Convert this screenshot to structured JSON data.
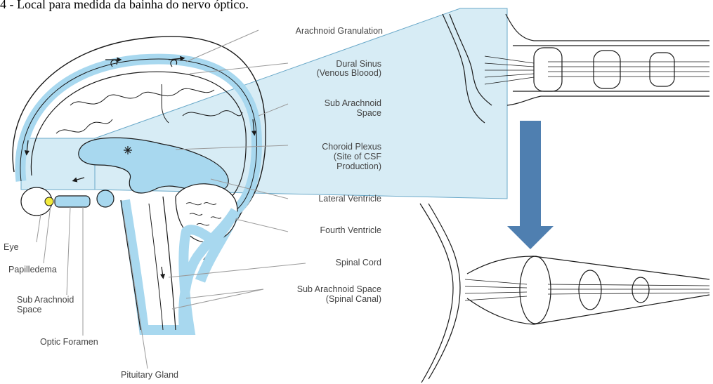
{
  "caption": "4 - Local para medida da bainha do nervo óptico.",
  "labels": {
    "arachnoid_granulation": "Arachnoid Granulation",
    "dural_sinus": "Dural Sinus",
    "dural_sinus_sub": "(Venous Bloood)",
    "sub_arachnoid_space_top": "Sub Arachnoid",
    "sub_arachnoid_space_top_2": "Space",
    "choroid_plexus": "Choroid Plexus",
    "choroid_plexus_2": "(Site of CSF",
    "choroid_plexus_3": "Production)",
    "lateral_ventricle": "Lateral Ventricle",
    "fourth_ventricle": "Fourth Ventricle",
    "spinal_cord": "Spinal Cord",
    "sub_arachnoid_spinal": "Sub Arachnoid Space",
    "sub_arachnoid_spinal_2": "(Spinal Canal)",
    "eye": "Eye",
    "papilledema": "Papilledema",
    "sub_arachnoid_left": "Sub Arachnoid",
    "sub_arachnoid_left_2": "Space",
    "optic_foramen": "Optic Foramen",
    "pituitary_gland": "Pituitary Gland"
  },
  "colors": {
    "csf_blue": "#a8d8ef",
    "zoom_blue": "#c9e6f2",
    "arrow_blue": "#4f7fb0",
    "outline": "#1a1a1a",
    "leader": "#9a9a9a",
    "papilledema_yellow": "#f2ea3c"
  }
}
